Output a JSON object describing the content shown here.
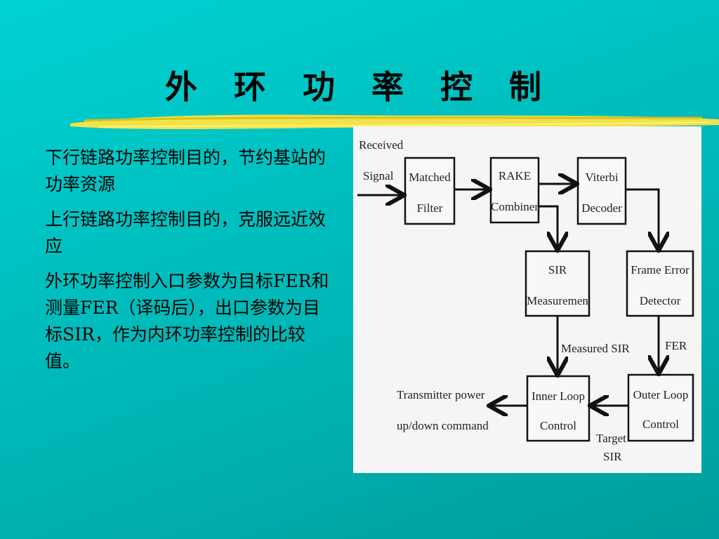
{
  "slide": {
    "title": "外 环 功 率 控 制",
    "bullets": [
      "下行链路功率控制目的，节约基站的功率资源",
      "上行链路功率控制目的，克服远近效应",
      "外环功率控制入口参数为目标FER和测量FER（译码后），出口参数为目标SIR，作为内环功率控制的比较值。"
    ]
  },
  "diagram": {
    "input_label": [
      "Received",
      "Signal"
    ],
    "blocks": {
      "matched_filter": [
        "Matched",
        "Filter"
      ],
      "rake_combiner": [
        "RAKE",
        "Combiner"
      ],
      "viterbi_decoder": [
        "Viterbi",
        "Decoder"
      ],
      "sir_measurement": [
        "SIR",
        "Measuremen"
      ],
      "frame_error_detector": [
        "Frame Error",
        "Detector"
      ],
      "inner_loop_control": [
        "Inner Loop",
        "Control"
      ],
      "outer_loop_control": [
        "Outer Loop",
        "Control"
      ]
    },
    "edge_labels": {
      "measured_sir": "Measured SIR",
      "fer": "FER",
      "target_sir": [
        "Target",
        "SIR"
      ]
    },
    "output_label": [
      "Transmitter power",
      "up/down command"
    ]
  }
}
